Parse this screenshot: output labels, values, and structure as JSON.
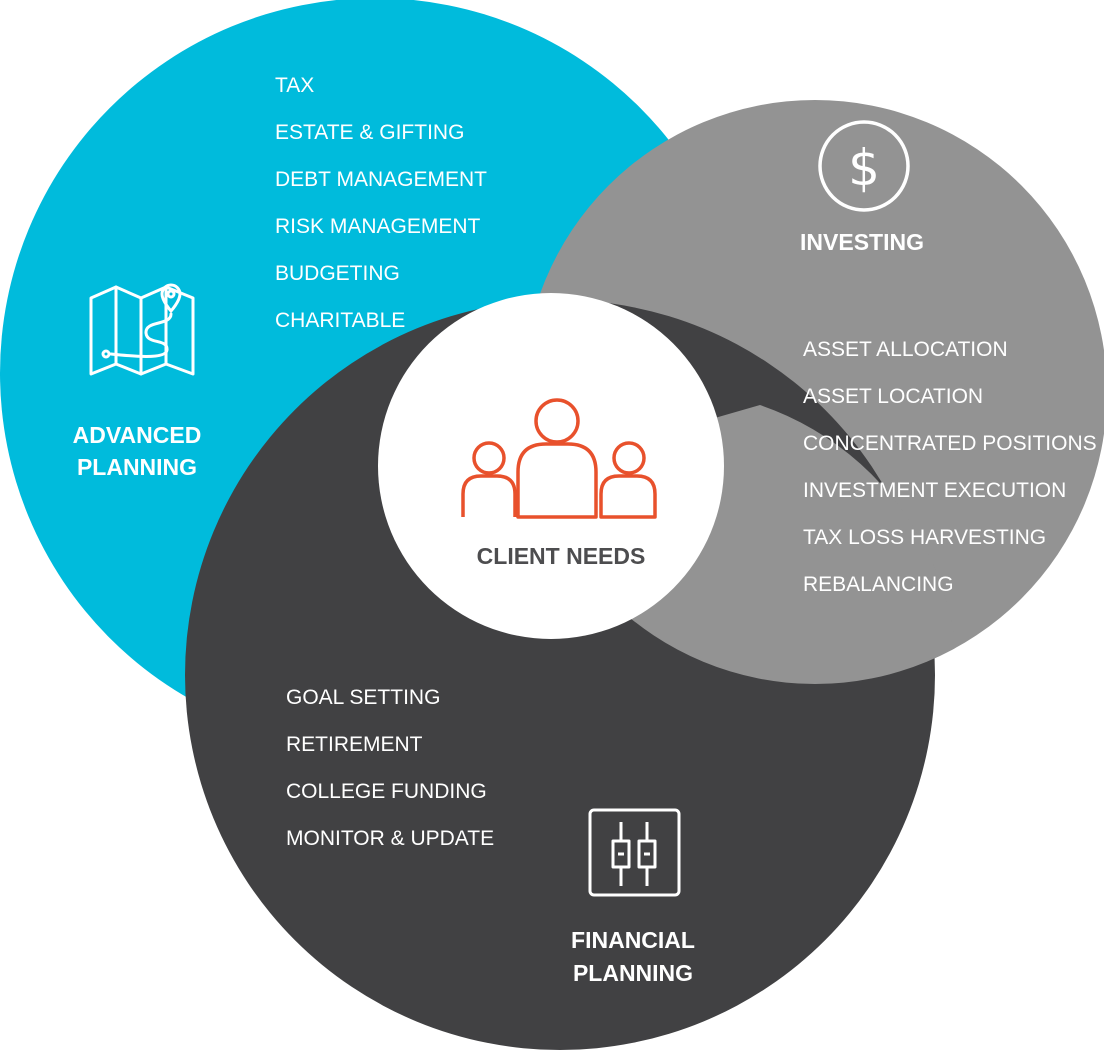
{
  "colors": {
    "advanced": "#00bbdc",
    "investing": "#939393",
    "financial": "#414143",
    "center": "#ffffff",
    "accent": "#e8512c",
    "center_text": "#4d4d4f"
  },
  "advanced_planning": {
    "title_line1": "ADVANCED",
    "title_line2": "PLANNING",
    "icon": "map-route-icon",
    "items": [
      "TAX",
      "ESTATE & GIFTING",
      "DEBT MANAGEMENT",
      "RISK MANAGEMENT",
      "BUDGETING",
      "CHARITABLE"
    ]
  },
  "investing": {
    "title": "INVESTING",
    "icon": "dollar-circle-icon",
    "items": [
      "ASSET ALLOCATION",
      "ASSET LOCATION",
      "CONCENTRATED POSITIONS",
      "INVESTMENT EXECUTION",
      "TAX LOSS HARVESTING",
      "REBALANCING"
    ]
  },
  "financial_planning": {
    "title_line1": "FINANCIAL",
    "title_line2": "PLANNING",
    "icon": "sliders-icon",
    "items": [
      "GOAL SETTING",
      "RETIREMENT",
      "COLLEGE FUNDING",
      "MONITOR & UPDATE"
    ]
  },
  "center": {
    "label": "CLIENT NEEDS",
    "icon": "people-group-icon"
  }
}
